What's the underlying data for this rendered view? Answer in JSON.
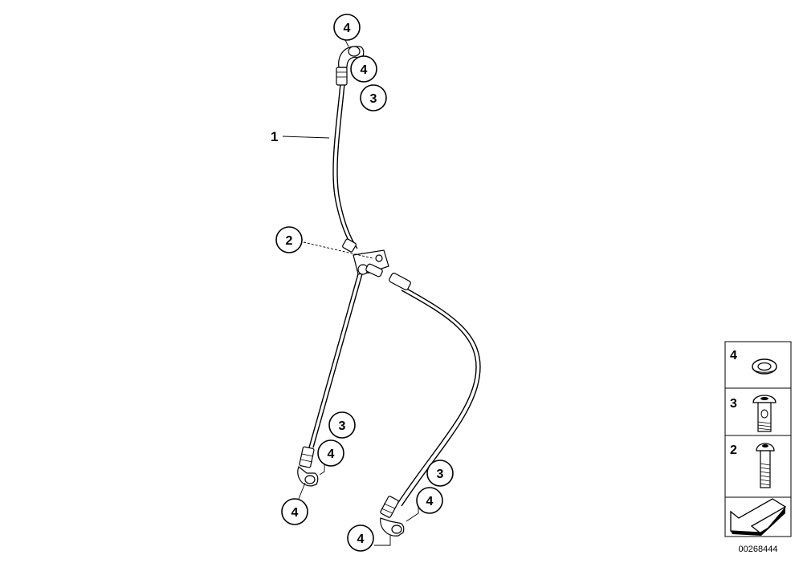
{
  "callouts": {
    "hose_main": "1",
    "bracket": "2",
    "top_washer_a": "4",
    "top_washer_b": "4",
    "top_bolt": "3",
    "left_bolt": "3",
    "left_washer_a": "4",
    "left_washer_b": "4",
    "right_bolt": "3",
    "right_washer_a": "4",
    "right_washer_b": "4"
  },
  "legend": {
    "items": [
      {
        "number": "4",
        "icon": "washer-icon"
      },
      {
        "number": "3",
        "icon": "banjo-bolt-icon"
      },
      {
        "number": "2",
        "icon": "screw-icon"
      },
      {
        "number": "",
        "icon": "arrow-icon"
      }
    ]
  },
  "diagram_id": "00268444"
}
